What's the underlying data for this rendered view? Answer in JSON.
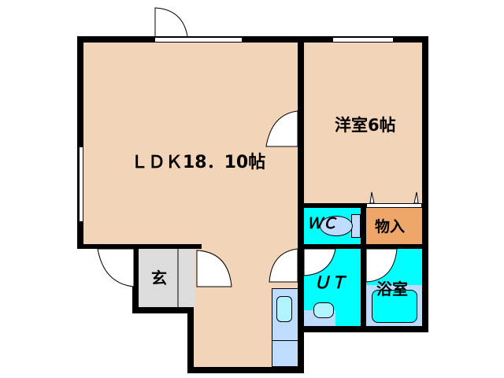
{
  "floorplan": {
    "rooms": [
      {
        "id": "ldk",
        "label": "ＬＤＫ18．10帖",
        "type": "living-dining-kitchen",
        "size_jo": 18.1
      },
      {
        "id": "western-room",
        "label": "洋室6帖",
        "type": "western-bedroom",
        "size_jo": 6
      },
      {
        "id": "wc",
        "label": "ＷＣ",
        "type": "toilet"
      },
      {
        "id": "storage",
        "label": "物入",
        "type": "storage-closet"
      },
      {
        "id": "ut",
        "label": "ＵＴ",
        "type": "utility-washroom"
      },
      {
        "id": "bath",
        "label": "浴室",
        "type": "bathroom"
      },
      {
        "id": "genkan",
        "label": "玄",
        "type": "entrance"
      }
    ],
    "colors": {
      "wall": "#000000",
      "living_floor": "#f2d4b8",
      "entrance_floor": "#dcdcdc",
      "wet_area_floor": "#00ffff",
      "storage_floor": "#eea66a",
      "fixture": "#bddcff"
    }
  }
}
